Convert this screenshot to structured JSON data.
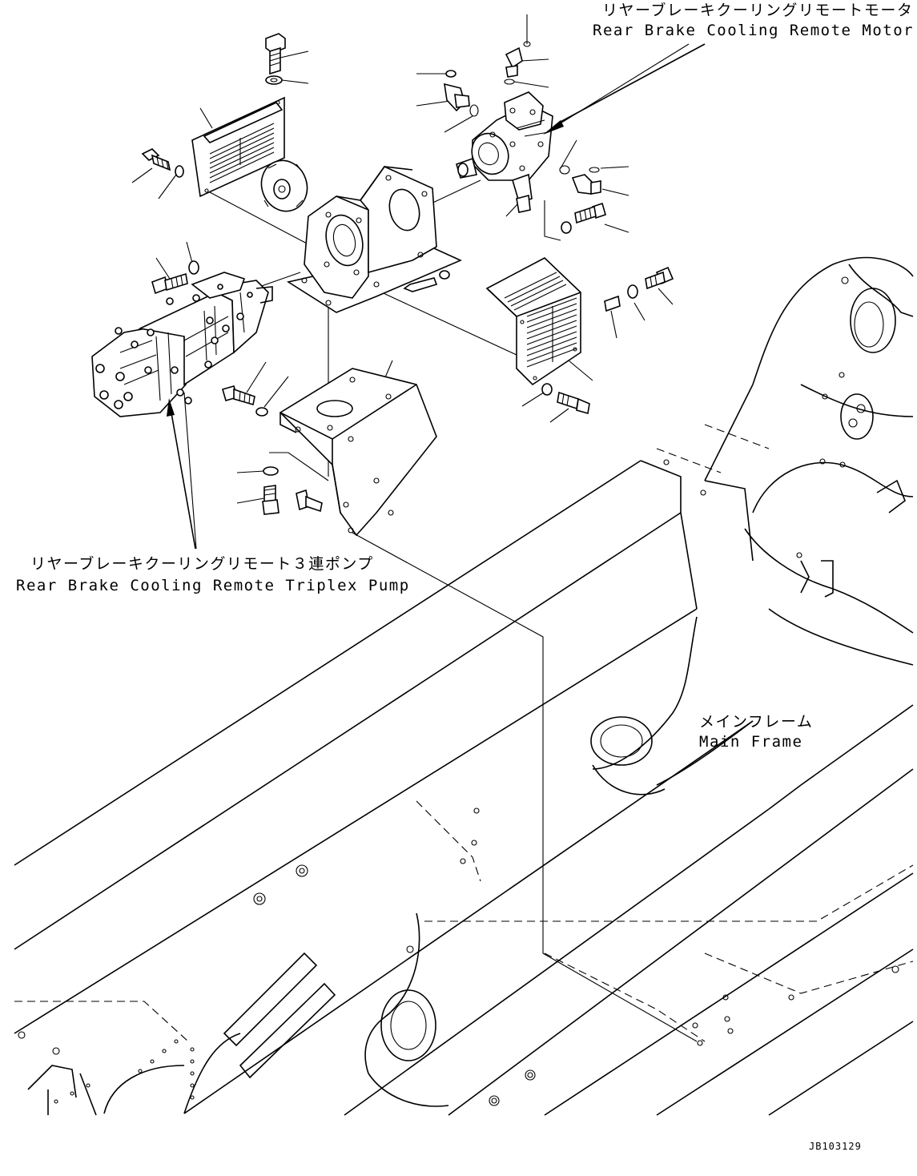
{
  "labels": {
    "motor_jp": "リヤーブレーキクーリングリモートモータ",
    "motor_en": "Rear Brake Cooling Remote Motor",
    "pump_jp": "リヤーブレーキクーリングリモート３連ポンプ",
    "pump_en": "Rear Brake Cooling Remote Triplex Pump",
    "frame_jp": "メインフレーム",
    "frame_en": "Main Frame"
  },
  "drawing_code": "JB103129"
}
